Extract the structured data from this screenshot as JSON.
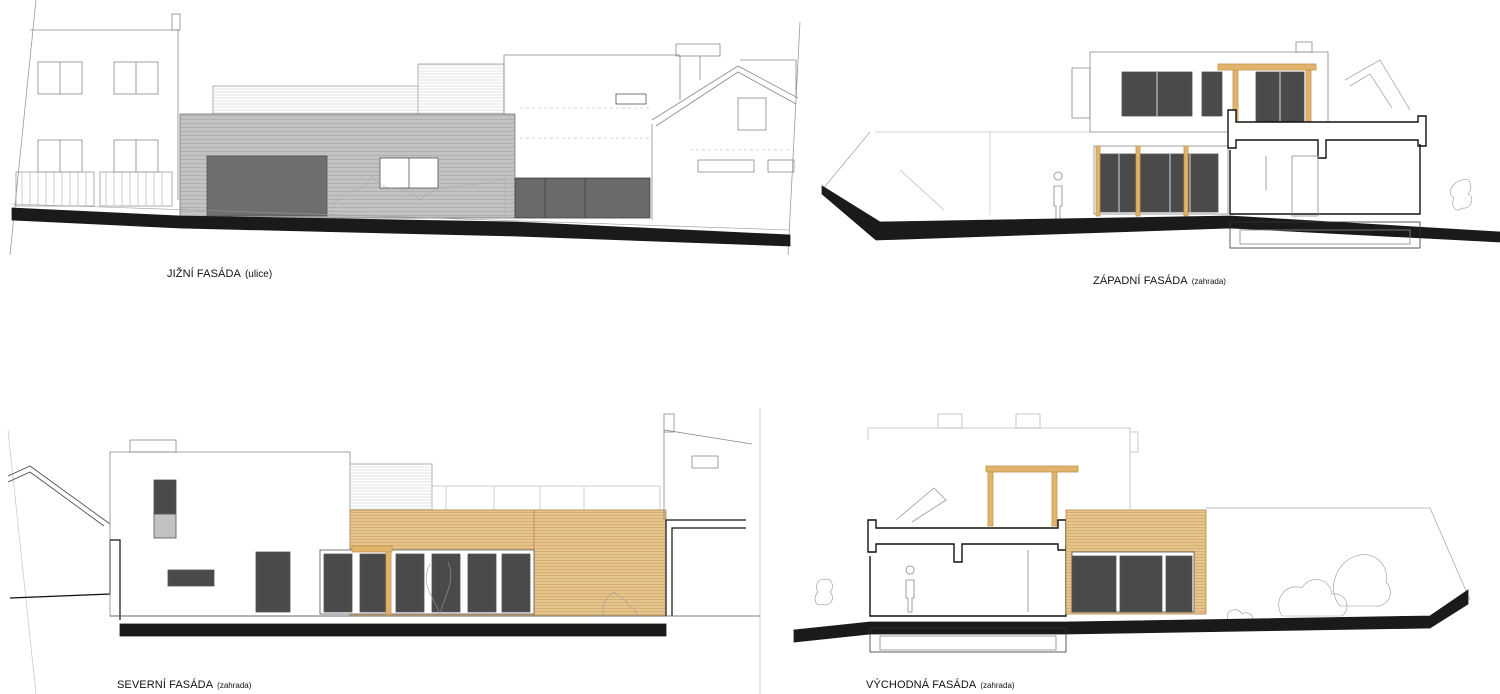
{
  "sheet": {
    "panels": [
      {
        "id": "south",
        "title": "JIŽNÍ FASÁDA",
        "note": "(ulice)"
      },
      {
        "id": "west",
        "title": "ZÁPADNÍ FASÁDA",
        "note": "(zahrada)"
      },
      {
        "id": "north",
        "title": "SEVERNÍ FASÁDA",
        "note": "(zahrada)"
      },
      {
        "id": "east",
        "title": "VÝCHODNÁ FASÁDA",
        "note": "(zahrada)"
      }
    ]
  },
  "colors": {
    "line": "#8a8a8a",
    "thin": "#b8b8b8",
    "ground": "#1a1a1a",
    "glass": "#4a4a4a",
    "cladding": "#e3c188",
    "timber": "#d8a85a",
    "metal_cladding": "#bdbdbd",
    "gate": "#6a6a6a"
  }
}
